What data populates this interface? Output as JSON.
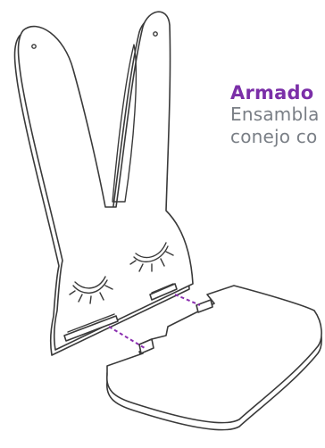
{
  "instructions": {
    "title": "Armado",
    "line1": "Ensambla",
    "line2": "conejo co"
  },
  "colors": {
    "title": "#7b2fa8",
    "text": "#7a7f86",
    "outline": "#3a3a3a",
    "guide": "#8b2fb0"
  }
}
